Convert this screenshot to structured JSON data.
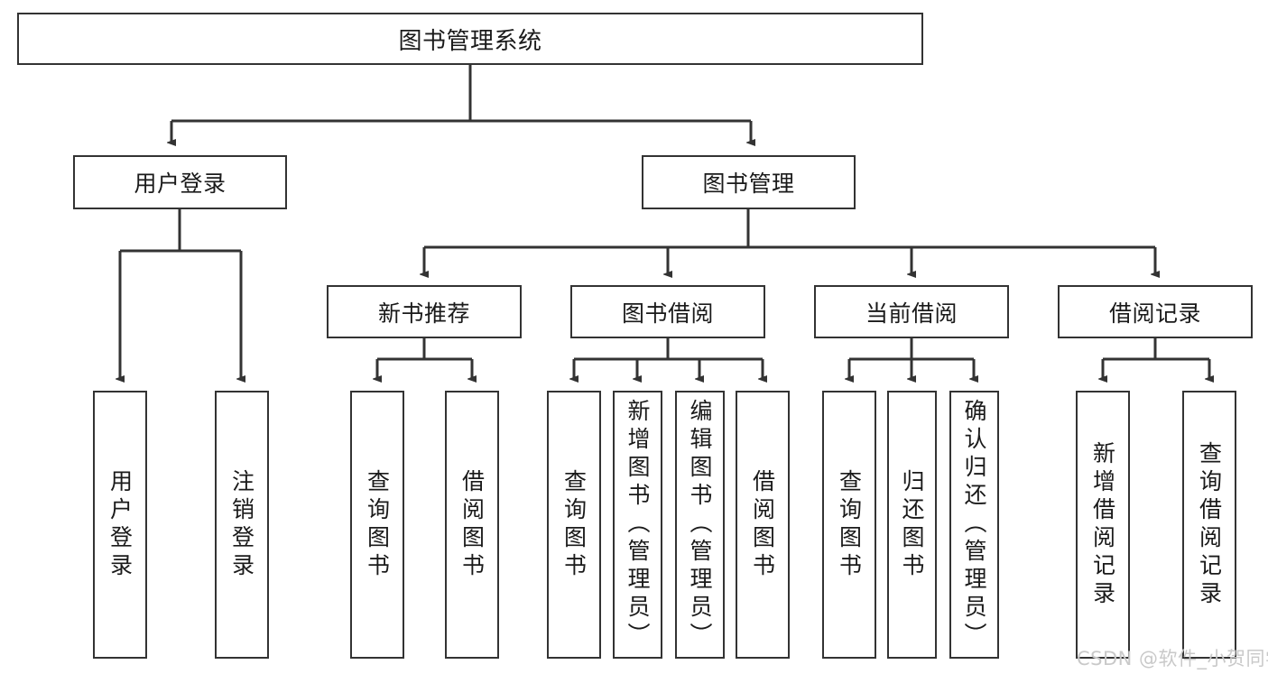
{
  "diagram": {
    "title": "图书管理系统",
    "type": "hierarchy-tree",
    "stroke_color": "#333333",
    "fill_color": "#ffffff",
    "text_color": "#1a1a1a"
  },
  "nodes": {
    "root": {
      "label": "图书管理系统"
    },
    "tier2": [
      {
        "id": "user-login",
        "label": "用户登录"
      },
      {
        "id": "book-manage",
        "label": "图书管理"
      }
    ],
    "tier3": [
      {
        "id": "new-book-recommend",
        "label": "新书推荐"
      },
      {
        "id": "book-borrow",
        "label": "图书借阅"
      },
      {
        "id": "current-borrow",
        "label": "当前借阅"
      },
      {
        "id": "borrow-record",
        "label": "借阅记录"
      }
    ],
    "leaves": {
      "user_login": [
        {
          "id": "leaf-user-login",
          "label": "用户登录"
        },
        {
          "id": "leaf-logout",
          "label": "注销登录"
        }
      ],
      "new_book_recommend": [
        {
          "id": "leaf-query-book-1",
          "label": "查询图书"
        },
        {
          "id": "leaf-borrow-book-1",
          "label": "借阅图书"
        }
      ],
      "book_borrow": [
        {
          "id": "leaf-query-book-2",
          "label": "查询图书"
        },
        {
          "id": "leaf-add-book",
          "label": "新增图书（管理员）"
        },
        {
          "id": "leaf-edit-book",
          "label": "编辑图书（管理员）"
        },
        {
          "id": "leaf-borrow-book-2",
          "label": "借阅图书"
        }
      ],
      "current_borrow": [
        {
          "id": "leaf-query-book-3",
          "label": "查询图书"
        },
        {
          "id": "leaf-return-book",
          "label": "归还图书"
        },
        {
          "id": "leaf-confirm-return",
          "label": "确认归还（管理员）"
        }
      ],
      "borrow_record": [
        {
          "id": "leaf-add-record",
          "label": "新增借阅记录"
        },
        {
          "id": "leaf-query-record",
          "label": "查询借阅记录"
        }
      ]
    }
  },
  "watermark": {
    "text": "CSDN @软件_小贺同学"
  }
}
